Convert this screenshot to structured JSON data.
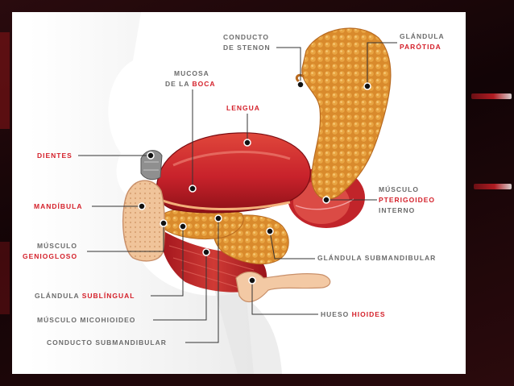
{
  "labels": {
    "stenon": {
      "l1": "CONDUCTO",
      "l2": "DE STENON"
    },
    "parotid": {
      "l1": "GLÁNDULA",
      "l2": "PARÓTIDA"
    },
    "mucosa": {
      "l1": "MUCOSA",
      "l2a": "DE LA ",
      "l2b": "BOCA"
    },
    "lengua": "LENGUA",
    "dientes": "DIENTES",
    "mandibula": "MANDÍBULA",
    "geniogloso": {
      "l1": "MÚSCULO",
      "l2": "GENIOGLOSO"
    },
    "pterigoideo": {
      "l1": "MÚSCULO",
      "l2": "PTERIGOIDEO",
      "l3": "INTERNO"
    },
    "submandibular_gland": "GLÁNDULA SUBMANDIBULAR",
    "sublingual": {
      "a": "GLÁNDULA ",
      "b": "SUBLÍNGUAL"
    },
    "micohioideo": "MÚSCULO MICOHIOIDEO",
    "conducto_submandibular": "CONDUCTO SUBMANDIBULAR",
    "hioides": {
      "a": "HUESO ",
      "b": "HIOIDES"
    }
  },
  "colors": {
    "label_gray": "#6b6b6b",
    "label_red": "#d4202a",
    "gland": "#e9a543",
    "tongue": "#c8222b",
    "background": "#1a0608"
  }
}
